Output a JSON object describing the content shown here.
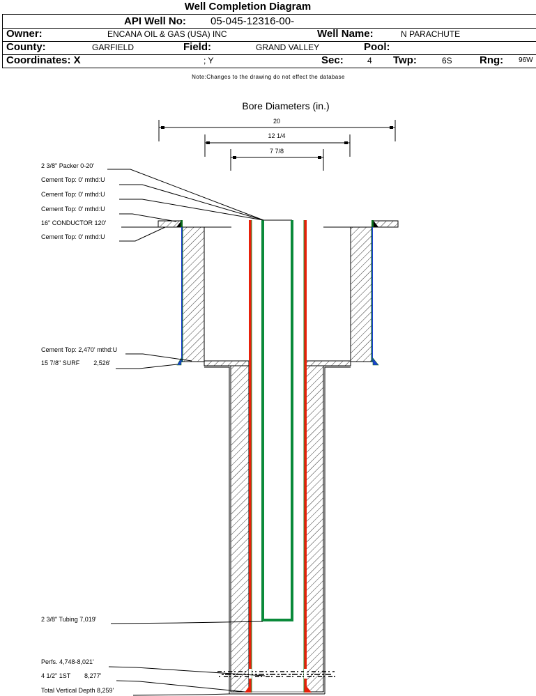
{
  "title": "Well Completion Diagram",
  "header": {
    "api_label": "API Well No:",
    "api_value": "05-045-12316-00-",
    "owner_label": "Owner:",
    "owner_value": "ENCANA OIL & GAS (USA) INC",
    "well_name_label": "Well Name:",
    "well_name_value": "N PARACHUTE",
    "county_label": "County:",
    "county_value": "GARFIELD",
    "field_label": "Field:",
    "field_value": "GRAND VALLEY",
    "pool_label": "Pool:",
    "pool_value": "",
    "coords_label": "Coordinates: X",
    "coords_y": "; Y",
    "sec_label": "Sec:",
    "sec_value": "4",
    "twp_label": "Twp:",
    "twp_value": "6S",
    "rng_label": "Rng:",
    "rng_value": "96W"
  },
  "note": "Note:Changes to the drawing do not effect the database",
  "bore": {
    "title": "Bore Diameters (in.)",
    "diameters": [
      "20",
      "12 1/4",
      "7 7/8"
    ]
  },
  "annotations": [
    "2 3/8\" Packer 0-20'",
    "Cement Top: 0' mthd:U",
    "Cement Top: 0' mthd:U",
    "Cement Top: 0' mthd:U",
    "16\" CONDUCTOR  120'",
    "Cement Top: 0' mthd:U",
    "Cement Top: 2,470' mthd:U",
    "15 7/8\" SURF        2,526'",
    "2 3/8\" Tubing 7,019'",
    "Perfs. 4,748-8,021'",
    "4 1/2\" 1ST        8,277'",
    "Total Vertical Depth 8,259'"
  ],
  "colors": {
    "production_casing": "#e8200a",
    "production_casing_edge": "#2e8b2e",
    "tubing": "#0a8a3a",
    "surface_casing": "#1a3fd0",
    "conductor_shoe": "#0a6a1a"
  }
}
